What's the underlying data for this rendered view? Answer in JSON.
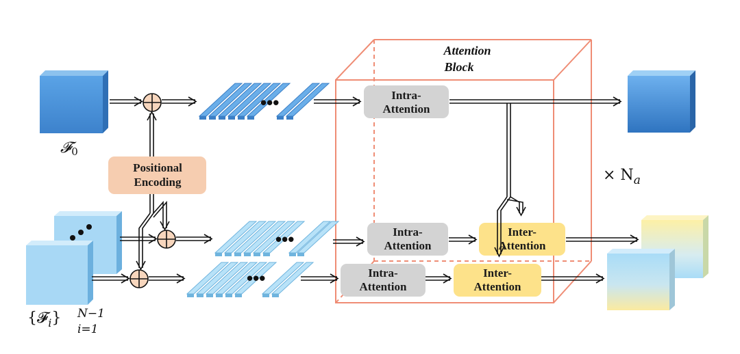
{
  "attention_block": {
    "title_line1": "Attention",
    "title_line2": "Block",
    "repeat_label": "× N",
    "repeat_sub": "a"
  },
  "inputs": {
    "f0_label": "𝓕",
    "f0_sub": "0",
    "fi_label_open": "{𝓕",
    "fi_label_i": "i",
    "fi_label_close": "}",
    "fi_sup": "N−1",
    "fi_sub": "i=1"
  },
  "positional_encoding": {
    "line1": "Positional",
    "line2": "Encoding"
  },
  "intra_attention": {
    "line1": "Intra-",
    "line2": "Attention"
  },
  "inter_attention": {
    "line1": "Inter-",
    "line2": "Attention"
  },
  "ellipsis": "•••",
  "colors": {
    "cube_blue": "#4a90d9",
    "cube_light": "#a8d8f5",
    "pos_enc_fill": "#f6cdb0",
    "intra_fill": "#d3d3d3",
    "inter_fill": "#fde28a",
    "block_edge": "#ef8c74",
    "plus_fill": "#f7d6bd"
  }
}
